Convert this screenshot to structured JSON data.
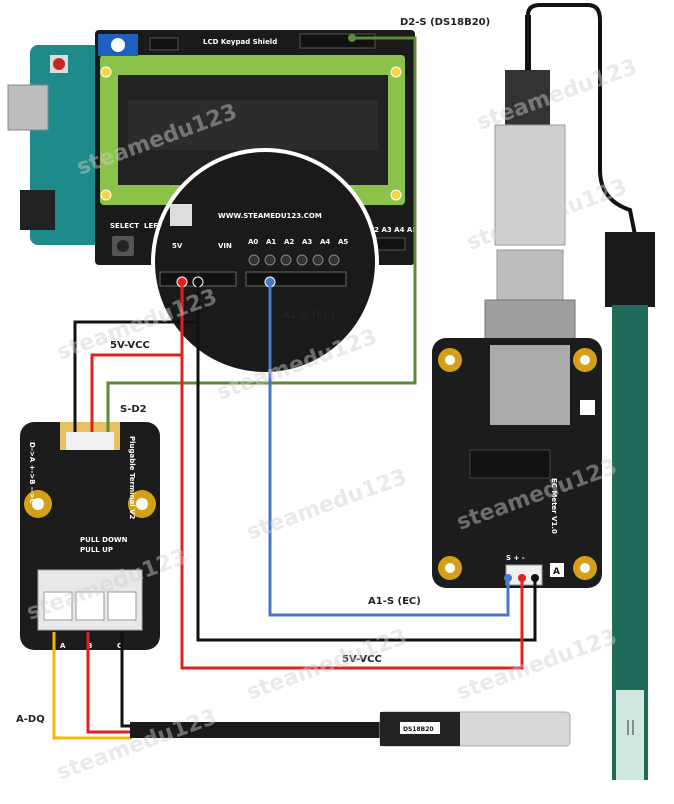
{
  "labels": {
    "d2s_ds18b20": "D2-S (DS18B20)",
    "a1s_ec_top": "A1-S (EC)",
    "vcc_5v_top": "5V-VCC",
    "s_d2": "S-D2",
    "a1s_ec_bottom": "A1-S (EC)",
    "vcc_5v_bottom": "5V-VCC",
    "a_dq": "A-DQ"
  },
  "lcd_shield": {
    "title": "LCD Keypad Shield",
    "url": "WWW.STEAMEDU123.COM",
    "btn_select": "SELECT",
    "btn_left": "LEFT",
    "pin_5v": "5V",
    "pin_vin": "VIN",
    "analog_pins": [
      "A0",
      "A1",
      "A2",
      "A3",
      "A4",
      "A5"
    ],
    "small_analog": "A1 A2 A3 A4 A5"
  },
  "terminal_board": {
    "name": "Plugable Terminal V2",
    "pin_map": "D->A  +->B  -->C",
    "pull_down": "PULL DOWN",
    "pull_up": "PULL UP",
    "terminals": [
      "A",
      "B",
      "C"
    ]
  },
  "ec_meter": {
    "name": "EC Meter V1.0",
    "pins": "S + -",
    "corner": "A"
  },
  "probe": {
    "name": "DS18B20"
  },
  "watermark": "steamedu123",
  "colors": {
    "wire_green": "#5b8a3a",
    "wire_black": "#111111",
    "wire_red": "#e02020",
    "wire_blue": "#4a78c8",
    "wire_yellow": "#f0b800",
    "pcb_dark": "#1c1c1c",
    "lcd_green": "#8bc34a",
    "arduino_teal": "#1e8a8a"
  }
}
